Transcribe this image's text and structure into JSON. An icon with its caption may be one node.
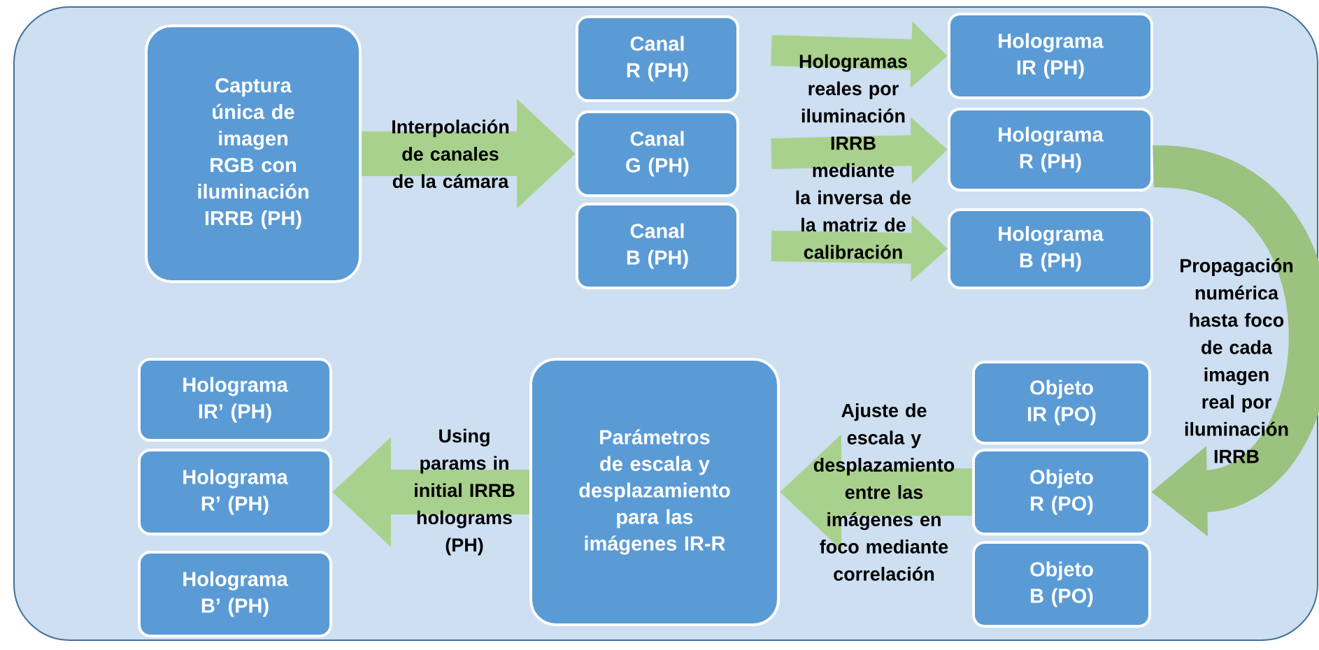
{
  "diagram": {
    "nodes": [
      {
        "text": [
          "Captura única de imagen RGB con iluminación IRRB (PH)"
        ]
      },
      {
        "text": [
          "Canal R (PH)"
        ]
      },
      {
        "text": [
          "Canal G (PH)"
        ]
      },
      {
        "text": [
          "Canal B (PH)"
        ]
      },
      {
        "text": [
          "Holograma IR (PH)"
        ]
      },
      {
        "text": [
          "Holograma R (PH)"
        ]
      },
      {
        "text": [
          "Holograma B (PH)"
        ]
      },
      {
        "text": [
          "Objeto IR (PO)"
        ]
      },
      {
        "text": [
          "Objeto R (PO)"
        ]
      },
      {
        "text": [
          "Objeto B (PO)"
        ]
      },
      {
        "text": [
          "Parámetros de escala y desplazamiento para las imágenes IR-R"
        ]
      },
      {
        "text": [
          "Holograma IR’ (PH)"
        ]
      },
      {
        "text": [
          "Holograma R’ (PH)"
        ]
      },
      {
        "text": [
          "Holograma B’ (PH)"
        ]
      }
    ],
    "edges": [
      {
        "from": 0,
        "to": 2,
        "arrow": "to",
        "label": "Interpolación de canales de la cámara"
      },
      {
        "from": 1,
        "to": 4,
        "arrow": "to"
      },
      {
        "from": 2,
        "to": 5,
        "arrow": "to",
        "label": "Hologramas reales por iluminación IRRB mediante la inversa de la matriz de calibración"
      },
      {
        "from": 3,
        "to": 6,
        "arrow": "to"
      },
      {
        "from": 5,
        "to": 8,
        "arrow": "to",
        "label": "Propagación numérica hasta foco de cada imagen real por iluminación IRRB"
      },
      {
        "from": 8,
        "to": 10,
        "arrow": "to",
        "label": "Ajuste de escala y desplazamiento entre las imágenes en foco mediante correlación"
      },
      {
        "from": 10,
        "to": 12,
        "arrow": "to",
        "label": "Using params in initial IRRB holograms (PH)"
      }
    ]
  }
}
